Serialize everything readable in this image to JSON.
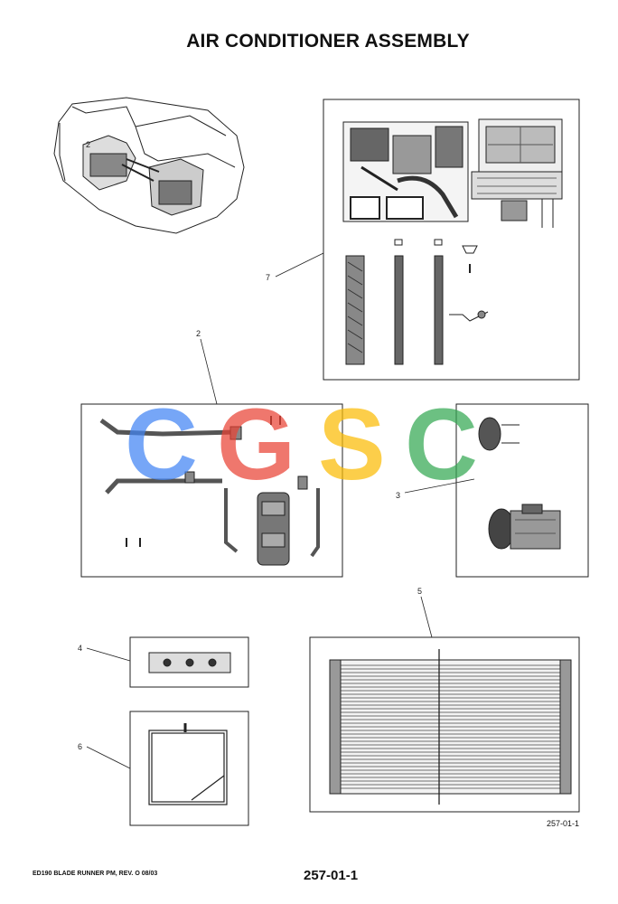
{
  "page": {
    "title": "AIR CONDITIONER ASSEMBLY",
    "figure_ref": "257-01-1",
    "footer_left": "ED190 BLADE RUNNER PM, REV. O 08/03",
    "footer_page": "257-01-1"
  },
  "callouts": {
    "c2_top": "2",
    "c7": "7",
    "c2": "2",
    "c3": "3",
    "c4": "4",
    "c5": "5",
    "c6": "6"
  },
  "watermark": {
    "letters": [
      "C",
      "G",
      "S",
      "C"
    ],
    "colors": [
      "#4285F4",
      "#EA4335",
      "#FBBC05",
      "#34A853"
    ]
  }
}
